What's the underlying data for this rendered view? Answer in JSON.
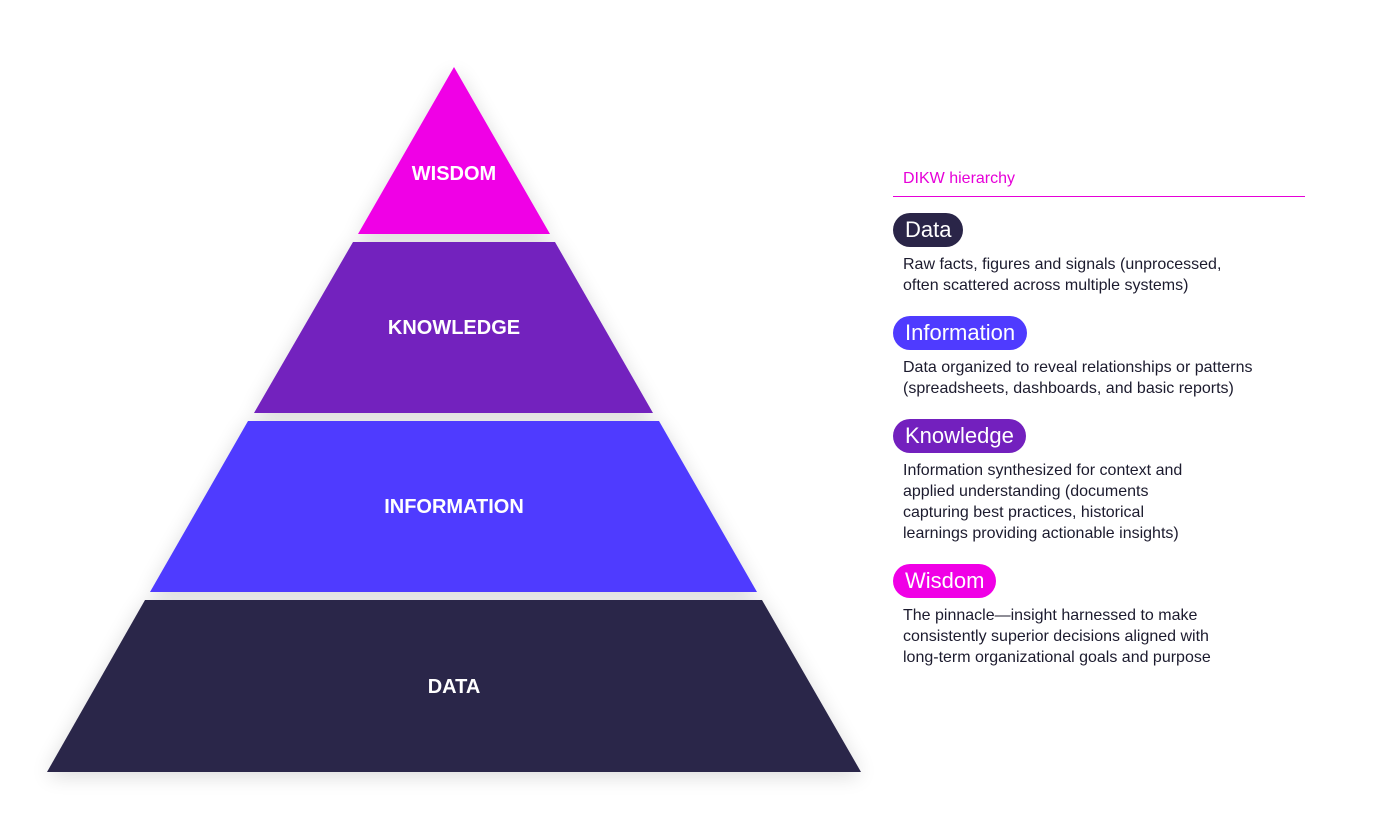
{
  "pyramid": {
    "tiers": [
      {
        "key": "wisdom",
        "label": "WISDOM",
        "color": "#f000e6"
      },
      {
        "key": "knowledge",
        "label": "KNOWLEDGE",
        "color": "#7320be"
      },
      {
        "key": "information",
        "label": "INFORMATION",
        "color": "#4f3bff"
      },
      {
        "key": "data",
        "label": "DATA",
        "color": "#2a2548"
      }
    ]
  },
  "legend": {
    "title": "DIKW hierarchy",
    "title_color": "#e600d8",
    "entries": [
      {
        "name": "Data",
        "color": "#2a2548",
        "lines": [
          "Raw facts, figures and signals (unprocessed,",
          "often scattered across multiple systems)"
        ]
      },
      {
        "name": "Information",
        "color": "#4f3bff",
        "lines": [
          "Data organized to reveal relationships or patterns",
          "(spreadsheets, dashboards, and basic reports)"
        ]
      },
      {
        "name": "Knowledge",
        "color": "#7320be",
        "lines": [
          "Information synthesized for context and",
          "applied understanding (documents",
          "capturing best practices, historical",
          "learnings providing actionable insights)"
        ]
      },
      {
        "name": "Wisdom",
        "color": "#f000e6",
        "lines": [
          "The pinnacle—insight harnessed to make",
          "consistently superior decisions aligned with",
          "long-term organizational goals and purpose"
        ]
      }
    ]
  }
}
